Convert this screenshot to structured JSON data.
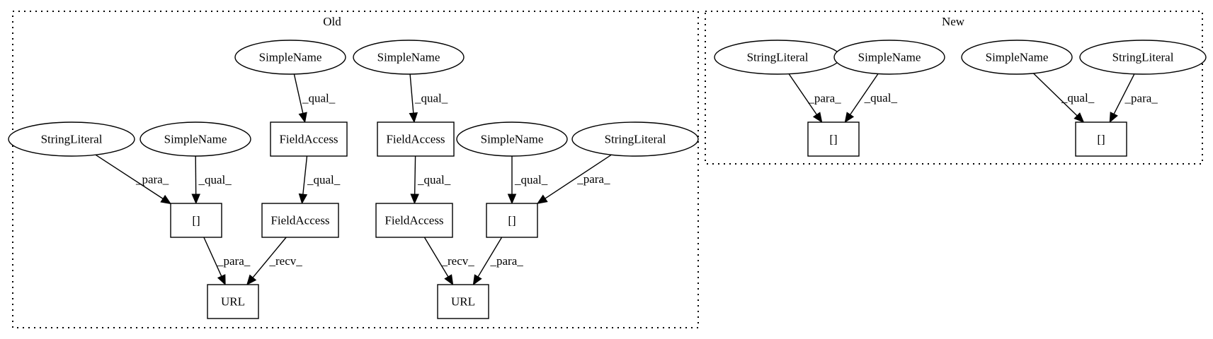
{
  "clusters": [
    {
      "id": "old",
      "label": "Old"
    },
    {
      "id": "new",
      "label": "New"
    }
  ],
  "nodes": [
    {
      "id": "o_sn1",
      "cluster": "old",
      "shape": "ellipse",
      "label": "SimpleName"
    },
    {
      "id": "o_sn2",
      "cluster": "old",
      "shape": "ellipse",
      "label": "SimpleName"
    },
    {
      "id": "o_sl1",
      "cluster": "old",
      "shape": "ellipse",
      "label": "StringLiteral"
    },
    {
      "id": "o_sn3",
      "cluster": "old",
      "shape": "ellipse",
      "label": "SimpleName"
    },
    {
      "id": "o_fa1",
      "cluster": "old",
      "shape": "box",
      "label": "FieldAccess"
    },
    {
      "id": "o_fa2",
      "cluster": "old",
      "shape": "box",
      "label": "FieldAccess"
    },
    {
      "id": "o_sn4",
      "cluster": "old",
      "shape": "ellipse",
      "label": "SimpleName"
    },
    {
      "id": "o_sl2",
      "cluster": "old",
      "shape": "ellipse",
      "label": "StringLiteral"
    },
    {
      "id": "o_idx1",
      "cluster": "old",
      "shape": "box",
      "label": "[]"
    },
    {
      "id": "o_fa3",
      "cluster": "old",
      "shape": "box",
      "label": "FieldAccess"
    },
    {
      "id": "o_fa4",
      "cluster": "old",
      "shape": "box",
      "label": "FieldAccess"
    },
    {
      "id": "o_idx2",
      "cluster": "old",
      "shape": "box",
      "label": "[]"
    },
    {
      "id": "o_url1",
      "cluster": "old",
      "shape": "box",
      "label": "URL"
    },
    {
      "id": "o_url2",
      "cluster": "old",
      "shape": "box",
      "label": "URL"
    },
    {
      "id": "n_sl1",
      "cluster": "new",
      "shape": "ellipse",
      "label": "StringLiteral"
    },
    {
      "id": "n_sn1",
      "cluster": "new",
      "shape": "ellipse",
      "label": "SimpleName"
    },
    {
      "id": "n_sn2",
      "cluster": "new",
      "shape": "ellipse",
      "label": "SimpleName"
    },
    {
      "id": "n_sl2",
      "cluster": "new",
      "shape": "ellipse",
      "label": "StringLiteral"
    },
    {
      "id": "n_idx1",
      "cluster": "new",
      "shape": "box",
      "label": "[]"
    },
    {
      "id": "n_idx2",
      "cluster": "new",
      "shape": "box",
      "label": "[]"
    }
  ],
  "edges": [
    {
      "from": "o_sn1",
      "to": "o_fa1",
      "label": "_qual_"
    },
    {
      "from": "o_sn2",
      "to": "o_fa2",
      "label": "_qual_"
    },
    {
      "from": "o_fa1",
      "to": "o_fa3",
      "label": "_qual_"
    },
    {
      "from": "o_fa2",
      "to": "o_fa4",
      "label": "_qual_"
    },
    {
      "from": "o_sl1",
      "to": "o_idx1",
      "label": "_para_"
    },
    {
      "from": "o_sn3",
      "to": "o_idx1",
      "label": "_qual_"
    },
    {
      "from": "o_sn4",
      "to": "o_idx2",
      "label": "_qual_"
    },
    {
      "from": "o_sl2",
      "to": "o_idx2",
      "label": "_para_"
    },
    {
      "from": "o_idx1",
      "to": "o_url1",
      "label": "_para_"
    },
    {
      "from": "o_fa3",
      "to": "o_url1",
      "label": "_recv_"
    },
    {
      "from": "o_fa4",
      "to": "o_url2",
      "label": "_recv_"
    },
    {
      "from": "o_idx2",
      "to": "o_url2",
      "label": "_para_"
    },
    {
      "from": "n_sl1",
      "to": "n_idx1",
      "label": "_para_"
    },
    {
      "from": "n_sn1",
      "to": "n_idx1",
      "label": "_qual_"
    },
    {
      "from": "n_sn2",
      "to": "n_idx2",
      "label": "_qual_"
    },
    {
      "from": "n_sl2",
      "to": "n_idx2",
      "label": "_para_"
    }
  ]
}
